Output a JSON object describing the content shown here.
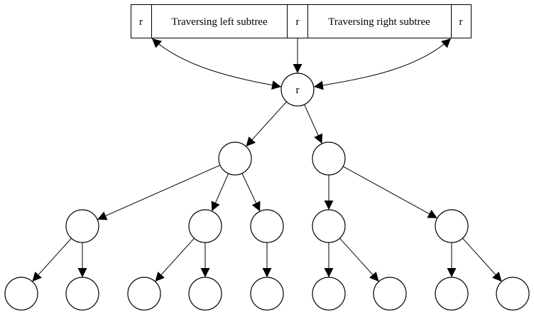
{
  "record": {
    "cells": [
      "r",
      "Traversing left subtree",
      "r",
      "Traversing right subtree",
      "r"
    ]
  },
  "tree": {
    "root_label": "r",
    "nodes": [
      {
        "id": "root",
        "label": "r",
        "level": 0
      },
      {
        "id": "a",
        "label": "",
        "level": 1
      },
      {
        "id": "b",
        "label": "",
        "level": 1
      },
      {
        "id": "a1",
        "label": "",
        "level": 2
      },
      {
        "id": "a2",
        "label": "",
        "level": 2
      },
      {
        "id": "a3",
        "label": "",
        "level": 2
      },
      {
        "id": "b1",
        "label": "",
        "level": 2
      },
      {
        "id": "b2",
        "label": "",
        "level": 2
      },
      {
        "id": "a1x",
        "label": "",
        "level": 3
      },
      {
        "id": "a1y",
        "label": "",
        "level": 3
      },
      {
        "id": "a2x",
        "label": "",
        "level": 3
      },
      {
        "id": "a2y",
        "label": "",
        "level": 3
      },
      {
        "id": "a3x",
        "label": "",
        "level": 3
      },
      {
        "id": "b1x",
        "label": "",
        "level": 3
      },
      {
        "id": "b1y",
        "label": "",
        "level": 3
      },
      {
        "id": "b2x",
        "label": "",
        "level": 3
      },
      {
        "id": "b2y",
        "label": "",
        "level": 3
      }
    ],
    "edges": [
      [
        "root",
        "a"
      ],
      [
        "root",
        "b"
      ],
      [
        "a",
        "a1"
      ],
      [
        "a",
        "a2"
      ],
      [
        "a",
        "a3"
      ],
      [
        "b",
        "b1"
      ],
      [
        "b",
        "b2"
      ],
      [
        "a1",
        "a1x"
      ],
      [
        "a1",
        "a1y"
      ],
      [
        "a2",
        "a2x"
      ],
      [
        "a2",
        "a2y"
      ],
      [
        "a3",
        "a3x"
      ],
      [
        "b1",
        "b1x"
      ],
      [
        "b1",
        "b1y"
      ],
      [
        "b2",
        "b2x"
      ],
      [
        "b2",
        "b2y"
      ]
    ],
    "record_edges": [
      {
        "from_cell": 1,
        "to": "root",
        "direction": "both"
      },
      {
        "from_cell": 2,
        "to": "root",
        "direction": "forward"
      },
      {
        "from_cell": 3,
        "to": "root",
        "direction": "both"
      }
    ]
  }
}
